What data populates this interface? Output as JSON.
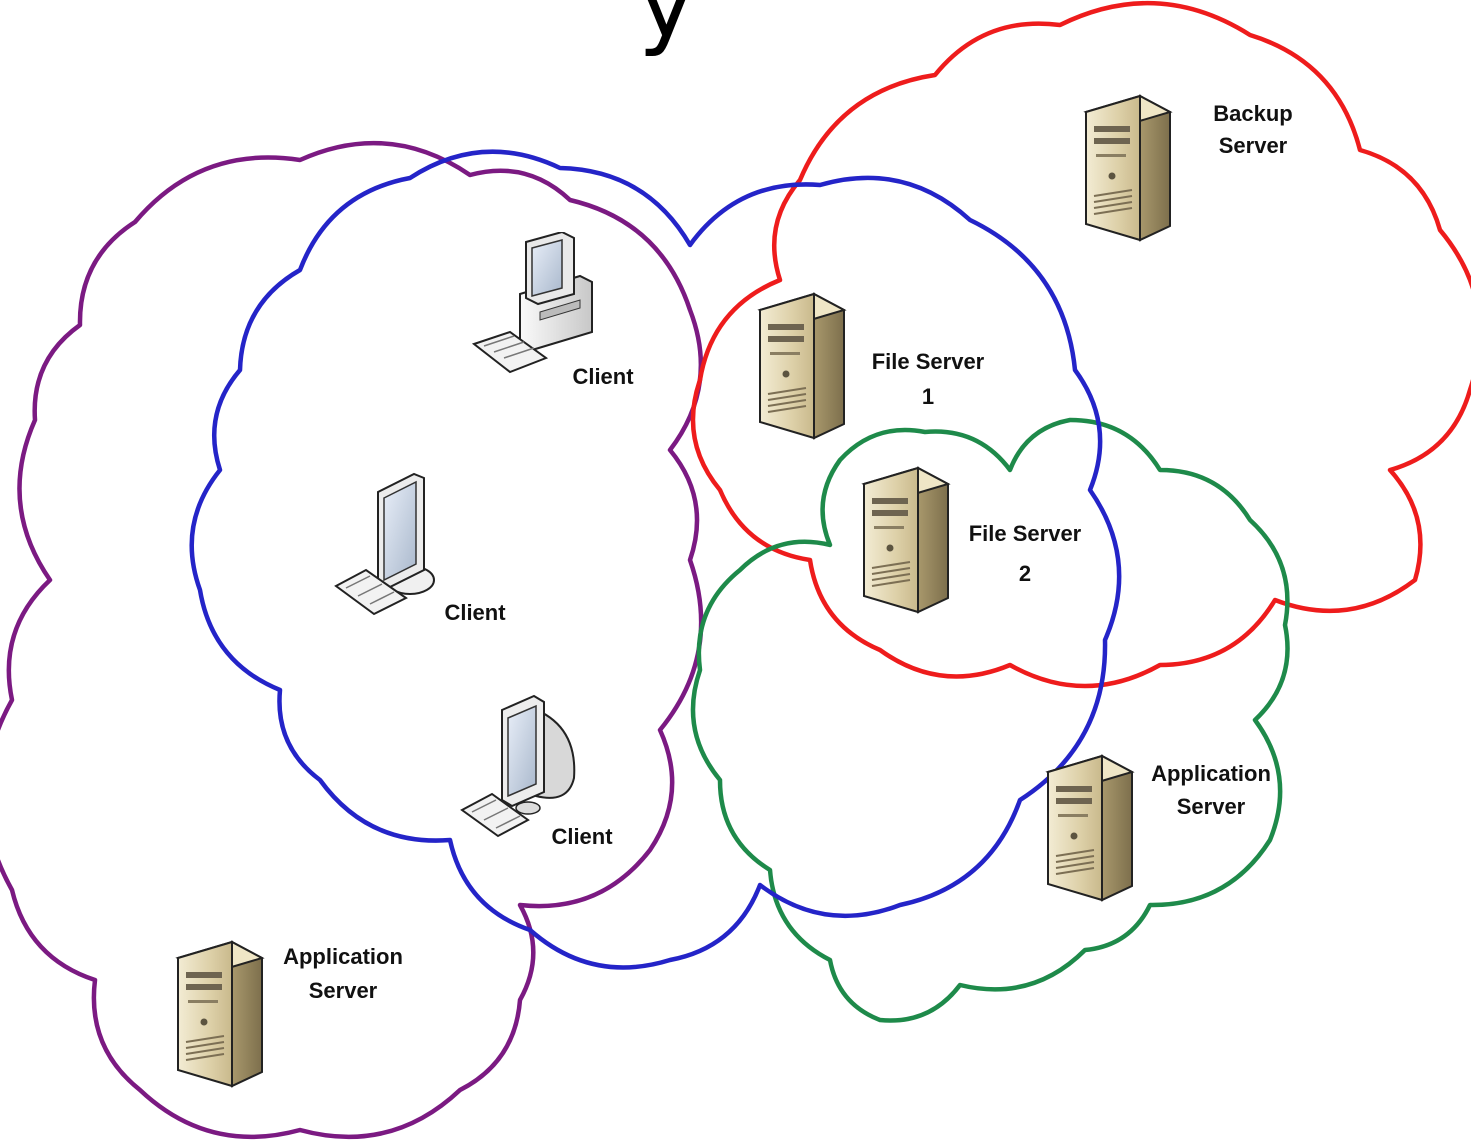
{
  "title_fragment": "y",
  "clouds": [
    {
      "name": "purple-cloud",
      "color": "#7b1a82"
    },
    {
      "name": "blue-cloud",
      "color": "#2424c8"
    },
    {
      "name": "red-cloud",
      "color": "#ee1c1c"
    },
    {
      "name": "green-cloud",
      "color": "#1e8a4a"
    }
  ],
  "nodes": {
    "client_1": {
      "line1": "Client",
      "icon": "desktop-tower-icon"
    },
    "client_2": {
      "line1": "Client",
      "icon": "flat-monitor-computer-icon"
    },
    "client_3": {
      "line1": "Client",
      "icon": "crt-monitor-computer-icon"
    },
    "file_server_1": {
      "line1": "File Server",
      "line2": "1",
      "icon": "server-icon"
    },
    "file_server_2": {
      "line1": "File Server",
      "line2": "2",
      "icon": "server-icon"
    },
    "backup_server": {
      "line1": "Backup",
      "line2": "Server",
      "icon": "server-icon"
    },
    "app_server_left": {
      "line1": "Application",
      "line2": "Server",
      "icon": "server-icon"
    },
    "app_server_right": {
      "line1": "Application",
      "line2": "Server",
      "icon": "server-icon"
    }
  }
}
